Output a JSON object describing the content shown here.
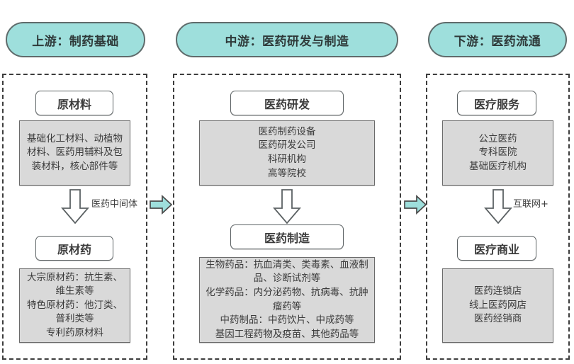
{
  "headers": {
    "upstream": "上游：制药基础",
    "midstream": "中游：医药研发与制造",
    "downstream": "下游：医药流通"
  },
  "upstream": {
    "title_top": "原材料",
    "box_top": "基础化工材料、动植物材料、医药用辅料及包装材料，核心部件等",
    "arrow_label": "医药中间体",
    "title_bottom": "原材药",
    "box_bottom": "大宗原材药：抗生素、维生素等\n特色原材药：他汀类、普利类等\n专利药原材料"
  },
  "midstream": {
    "title_top": "医药研发",
    "box_top": "医药制药设备\n医药研发公司\n科研机构\n高等院校",
    "arrow_label": "",
    "title_bottom": "医药制造",
    "box_bottom": "生物药品：抗血清类、类毒素、血液制品、诊断试剂等\n化学药品：内分泌药物、抗病毒、抗肿瘤药等\n中药制品：中药饮片、中成药等\n基因工程药物及疫苗、其他药品等"
  },
  "downstream": {
    "title_top": "医疗服务",
    "box_top": "公立医药\n专科医院\n基础医疗机构",
    "arrow_label": "互联网+",
    "title_bottom": "医疗商业",
    "box_bottom": "医药连锁店\n线上医药网店\n医药经销商"
  },
  "colors": {
    "pill_fill": "#9edfdc",
    "pill_border": "#5f6b6b",
    "gray_fill": "#d9d9d9",
    "gray_border": "#6a6a6a",
    "panel_border": "#3d3d3d",
    "teal_arrow_fill": "#9edfdc",
    "text": "#3b3b3b"
  },
  "icons": {
    "connector_1": "teal-right-arrow-icon",
    "connector_2": "teal-right-arrow-icon",
    "flow_arrow": "down-arrow-icon"
  }
}
